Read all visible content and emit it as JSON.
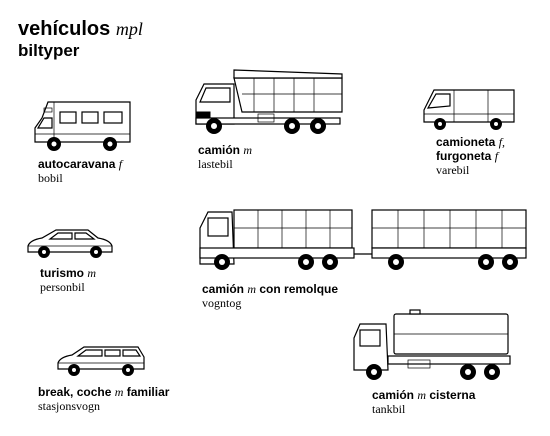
{
  "heading": {
    "title": "vehículos",
    "title_gender": "mpl",
    "subtitle": "biltyper"
  },
  "vehicles": {
    "motorhome": {
      "term": "autocaravana",
      "gender": "f",
      "translation": "bobil"
    },
    "truck": {
      "term": "camión",
      "gender": "m",
      "translation": "lastebil"
    },
    "van": {
      "term1": "camioneta",
      "gender1": "f,",
      "term2": "furgoneta",
      "gender2": "f",
      "translation": "varebil"
    },
    "car": {
      "term": "turismo",
      "gender": "m",
      "translation": "personbil"
    },
    "road_train": {
      "term1": "camión",
      "gender": "m",
      "term2": "con remolque",
      "translation": "vogntog"
    },
    "estate": {
      "term1": "break, coche",
      "gender": "m",
      "term2": "familiar",
      "translation": "stasjonsvogn"
    },
    "tanker": {
      "term1": "camión",
      "gender": "m",
      "term2": "cisterna",
      "translation": "tankbil"
    }
  }
}
